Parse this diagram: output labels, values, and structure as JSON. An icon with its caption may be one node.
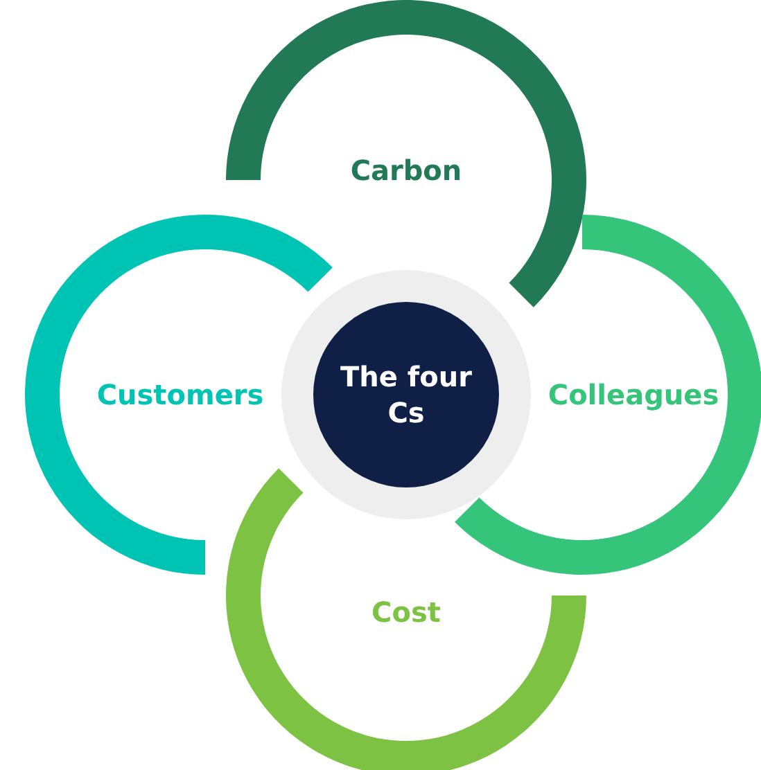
{
  "diagram": {
    "nodes": [
      {
        "text": [
          "Carbon"
        ]
      },
      {
        "text": [
          "Customers"
        ]
      },
      {
        "text": [
          "Colleagues"
        ]
      },
      {
        "text": [
          "Cost"
        ]
      },
      {
        "text": [
          "The four Cs"
        ]
      }
    ]
  }
}
